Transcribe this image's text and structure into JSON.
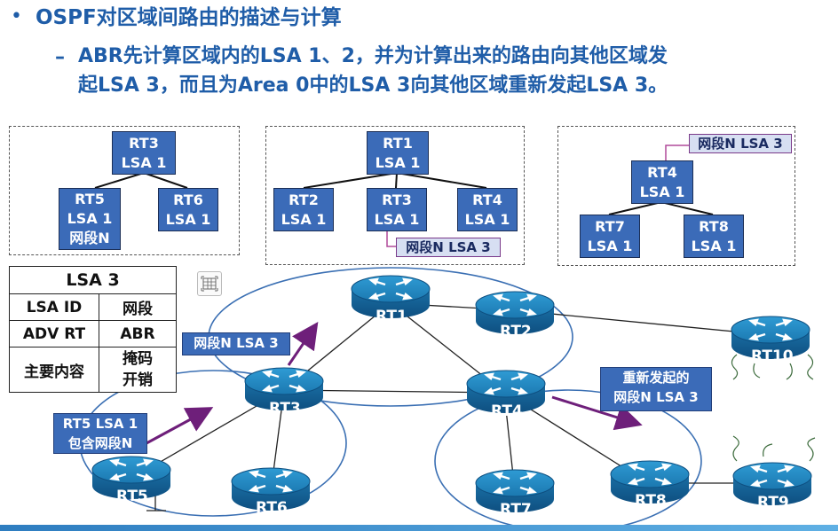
{
  "title": {
    "bullet": "•",
    "line1": "OSPF对区域间路由的描述与计算",
    "dash": "–",
    "line2": "ABR先计算区域内的LSA 1、2，并为计算出来的路由向其他区域发",
    "line3": "起LSA 3，而且为Area 0中的LSA 3向其他区域重新发起LSA 3。"
  },
  "tree1": {
    "root": [
      "RT3",
      "LSA 1"
    ],
    "left": [
      "RT5",
      "LSA 1",
      "网段N"
    ],
    "right": [
      "RT6",
      "LSA 1"
    ]
  },
  "tree2": {
    "root": [
      "RT1",
      "LSA 1"
    ],
    "c1": [
      "RT2",
      "LSA 1"
    ],
    "c2": [
      "RT3",
      "LSA 1"
    ],
    "c3": [
      "RT4",
      "LSA 1"
    ],
    "tag": "网段N LSA 3"
  },
  "tree3": {
    "tag": "网段N LSA 3",
    "root": [
      "RT4",
      "LSA 1"
    ],
    "left": [
      "RT7",
      "LSA 1"
    ],
    "right": [
      "RT8",
      "LSA 1"
    ]
  },
  "lsa_table": {
    "header": "LSA 3",
    "rows": [
      [
        "LSA ID",
        "网段"
      ],
      [
        "ADV RT",
        "ABR"
      ],
      [
        "主要内容",
        "掩码\n开销"
      ]
    ]
  },
  "callouts": {
    "rt3_lsa3": "网段N LSA 3",
    "rt5_lsa1_line1": "RT5 LSA 1",
    "rt5_lsa1_line2": "包含网段N",
    "rt4_reissue_line1": "重新发起的",
    "rt4_reissue_line2": "网段N LSA 3"
  },
  "routers": [
    "RT1",
    "RT2",
    "RT3",
    "RT4",
    "RT5",
    "RT6",
    "RT7",
    "RT8",
    "RT9",
    "RT10"
  ],
  "colors": {
    "title": "#1f5da8",
    "node_fill": "#3b6bb8",
    "router_body": "#1a7fb6",
    "arrow": "#6e1f7a",
    "area_ellipse": "#3a6fb3"
  }
}
